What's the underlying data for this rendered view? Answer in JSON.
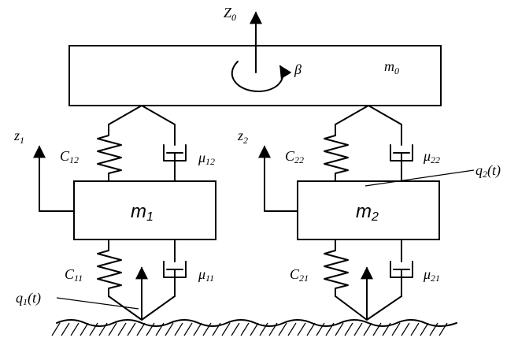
{
  "labels": {
    "z0": {
      "base": "Z",
      "sub": "0"
    },
    "beta": "β",
    "m0": {
      "base": "m",
      "sub": "0"
    },
    "m1": {
      "base": "m",
      "sub": "1"
    },
    "m2": {
      "base": "m",
      "sub": "2"
    },
    "z1": {
      "base": "z",
      "sub": "1"
    },
    "z2": {
      "base": "z",
      "sub": "2"
    },
    "c12": {
      "base": "C",
      "sub": "12"
    },
    "c22": {
      "base": "C",
      "sub": "22"
    },
    "c11": {
      "base": "C",
      "sub": "11"
    },
    "c21": {
      "base": "C",
      "sub": "21"
    },
    "mu12": {
      "base": "μ",
      "sub": "12"
    },
    "mu22": {
      "base": "μ",
      "sub": "22"
    },
    "mu11": {
      "base": "μ",
      "sub": "11"
    },
    "mu21": {
      "base": "μ",
      "sub": "21"
    },
    "q1": {
      "base": "q",
      "sub": "1",
      "tail": "(t)"
    },
    "q2": {
      "base": "q",
      "sub": "2",
      "tail": "(t)"
    }
  }
}
